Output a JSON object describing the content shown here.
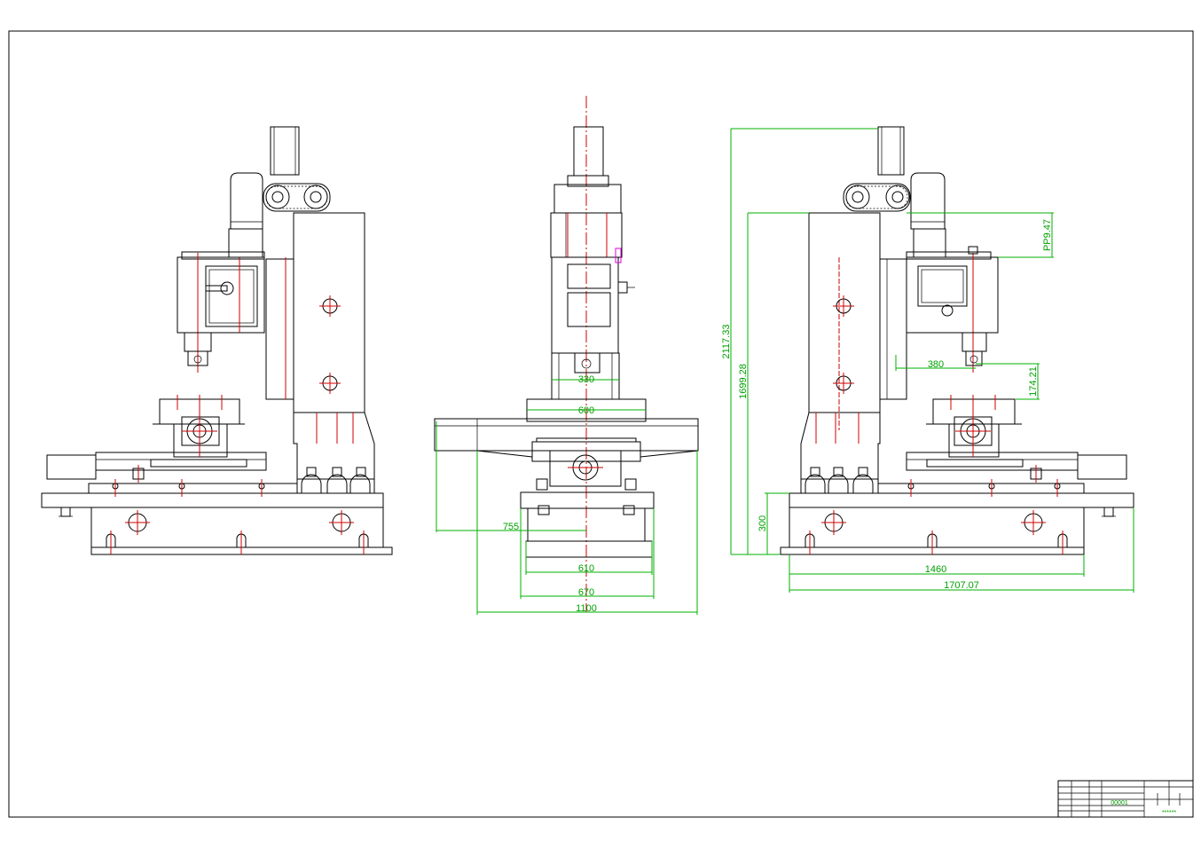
{
  "dimensions": {
    "front": {
      "d330": "330",
      "d600": "600",
      "d755": "755",
      "d610": "610",
      "d670": "670",
      "d1100": "1100"
    },
    "side": {
      "d2117": "2117.33",
      "d1699": "1699.28",
      "d229": "PP9.47",
      "d380": "380",
      "d174": "174.21",
      "d300": "300",
      "d1460": "1460",
      "d1707": "1707.07"
    }
  },
  "title_block": {
    "drawing_no": "00001",
    "stars": "******"
  },
  "colors": {
    "outline": "#000000",
    "dimension": "#00b000",
    "centerline": "#d00000",
    "highlight": "#e000e0"
  }
}
